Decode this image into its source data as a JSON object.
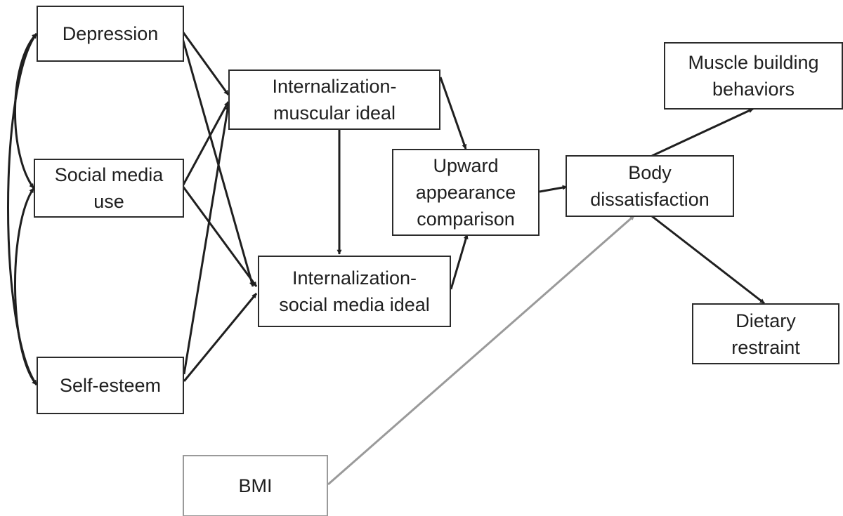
{
  "diagram": {
    "nodes": {
      "depression": "Depression",
      "social_media_use": "Social media\nuse",
      "self_esteem": "Self-esteem",
      "intern_muscular": "Internalization-\nmuscular ideal",
      "intern_social": "Internalization-\nsocial media ideal",
      "upward_comparison": "Upward\nappearance\ncomparison",
      "body_dissatisfaction": "Body\ndissatisfaction",
      "muscle_building": "Muscle building\nbehaviors",
      "dietary_restraint": "Dietary\nrestraint",
      "bmi": "BMI"
    },
    "colors": {
      "line": "#1f1f1f",
      "bmi_line": "#9a9a9a",
      "border": "#2b2b2b"
    }
  }
}
